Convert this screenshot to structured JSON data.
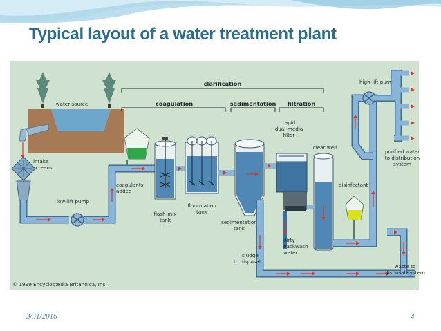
{
  "slide": {
    "title": "Typical layout of a water treatment plant",
    "date": "3/31/2016",
    "page_number": "4"
  },
  "diagram": {
    "sections": {
      "clarification": "clarification",
      "coagulation": "coagulation",
      "sedimentation": "sedimentation",
      "filtration": "filtration"
    },
    "labels": {
      "water_source": "water source",
      "intake_screens_1": "intake",
      "intake_screens_2": "screens",
      "low_lift_pump": "low-lift pump",
      "coagulants_1": "coagulants",
      "coagulants_2": "added",
      "flash_mix_1": "flash-mix",
      "flash_mix_2": "tank",
      "flocculation_1": "flocculation",
      "flocculation_2": "tank",
      "sedimentation_tank_1": "sedimentation",
      "sedimentation_tank_2": "tank",
      "rapid_filter_1": "rapid",
      "rapid_filter_2": "dual-media",
      "rapid_filter_3": "filter",
      "clear_well": "clear well",
      "disinfectant": "disinfectant",
      "high_lift_pump": "high-lift pump",
      "purified_1": "purified water",
      "purified_2": "to distribution",
      "purified_3": "system",
      "sludge_1": "sludge",
      "sludge_2": "to disposal",
      "dirty_1": "dirty",
      "dirty_2": "backwash",
      "dirty_3": "water",
      "waste_1": "waste to",
      "waste_2": "disposal system",
      "copyright": "© 1999 Encyclopædia Britannica, Inc."
    },
    "colors": {
      "background": "#cfe2cf",
      "pipe": "#6d9bc0",
      "pipe_dark": "#3d6f98",
      "water": "#4f87b5",
      "arrow": "#d23a2a",
      "title": "#2a6e8c"
    }
  }
}
